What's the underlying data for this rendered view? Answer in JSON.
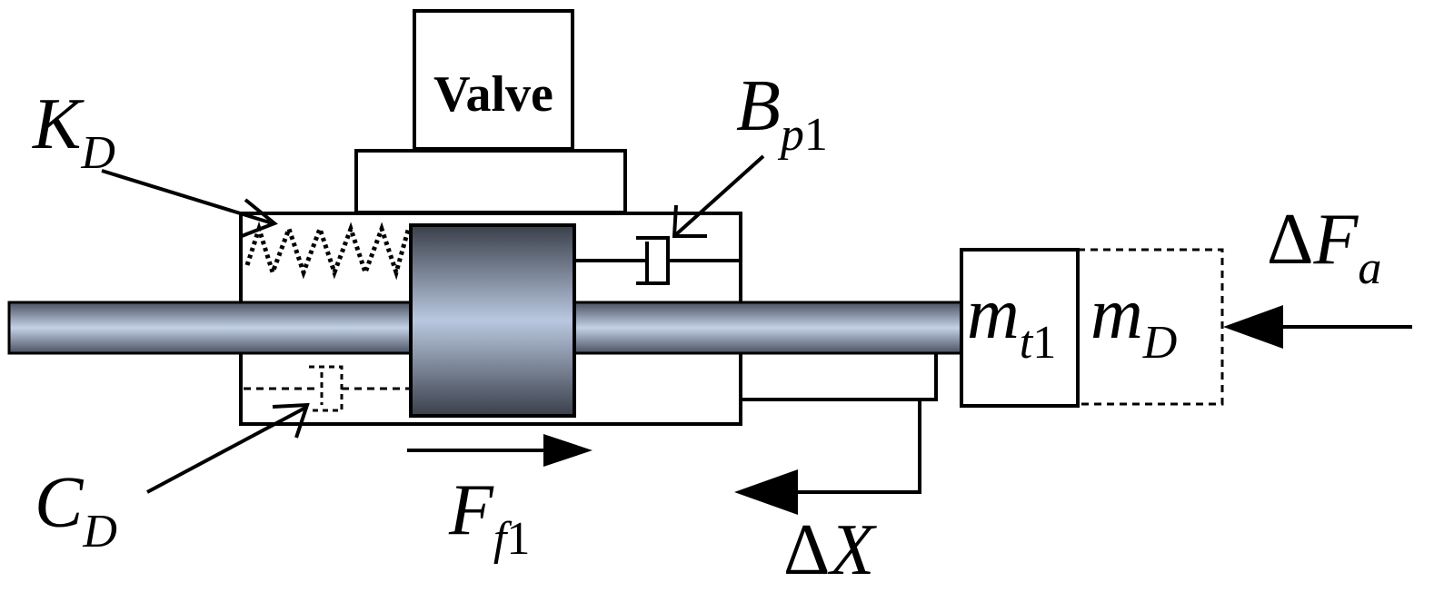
{
  "diagram": {
    "valve_label": "Valve",
    "stiffness": {
      "main": "K",
      "sub": "D"
    },
    "damping": {
      "main": "C",
      "sub": "D"
    },
    "viscous": {
      "main": "B",
      "sub_italic": "p",
      "sub_num": "1"
    },
    "friction": {
      "main": "F",
      "sub_italic": "f",
      "sub_num": "1"
    },
    "mass_t": {
      "main": "m",
      "sub_italic": "t",
      "sub_num": "1"
    },
    "mass_d": {
      "main": "m",
      "sub": "D"
    },
    "force": {
      "delta": "Δ",
      "main": "F",
      "sub": "a"
    },
    "displacement": {
      "delta": "Δ",
      "main": "X"
    }
  },
  "colors": {
    "stroke": "#000000",
    "piston_edge": "#3a3f4a",
    "piston_mid": "#b9c8e0",
    "rod_edge": "#4a5262",
    "rod_mid": "#c3d1e6"
  }
}
